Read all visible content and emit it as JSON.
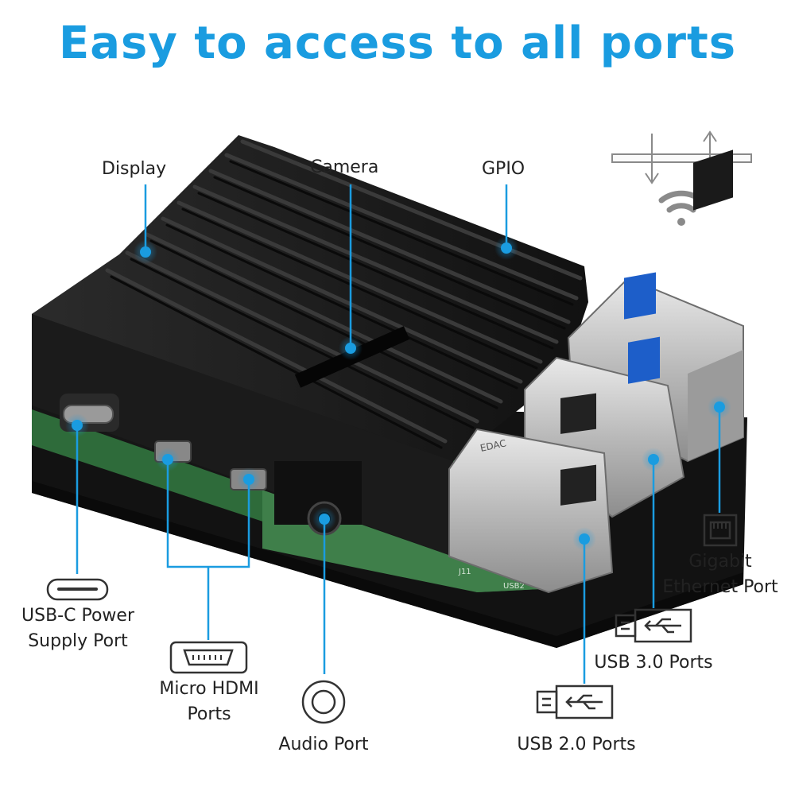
{
  "title": "Easy to access to all ports",
  "colors": {
    "accent": "#1a9ce0",
    "case": "#141414",
    "text": "#222222"
  },
  "labels": {
    "display": "Display",
    "camera": "Camera",
    "gpio": "GPIO",
    "usbc": [
      "USB-C Power",
      "Supply Port"
    ],
    "hdmi": [
      "Micro HDMI",
      "Ports"
    ],
    "audio": "Audio Port",
    "usb2": "USB 2.0 Ports",
    "usb3": "USB 3.0 Ports",
    "ethernet": [
      "Gigabit",
      "Ethernet Port"
    ]
  },
  "board_markings": {
    "usb_port_brand": "EDAC",
    "silk_j11": "J11",
    "silk_usb2": "USB2"
  },
  "icons": [
    "wifi-icon",
    "bluetooth-arrows-icon",
    "usb-c-icon",
    "micro-hdmi-icon",
    "audio-jack-icon",
    "usb-icon",
    "ethernet-icon"
  ]
}
